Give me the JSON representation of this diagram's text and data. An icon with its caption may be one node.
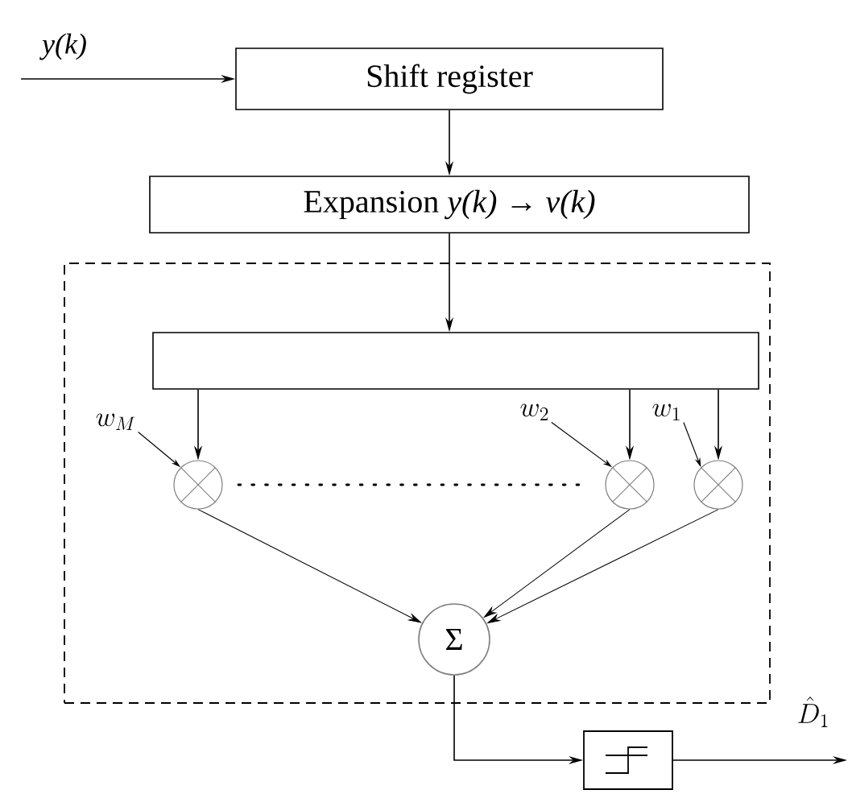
{
  "diagram": {
    "nodes": [
      {
        "text": [
          "Shift register"
        ]
      },
      {
        "text": [
          "Expansion *y(k)* → *v(k)*"
        ]
      },
      {
        "text": [],
        "shape": "box"
      },
      {
        "text": [],
        "shape": "box",
        "in": 2
      },
      {
        "text": [],
        "shape": "circle",
        "in": 2
      },
      {
        "text": [],
        "shape": "circle",
        "in": 2
      },
      {
        "text": [],
        "shape": "circle",
        "in": 2
      },
      {
        "text": [
          "Σ"
        ],
        "in": 2
      },
      {
        "text": [],
        "shape": "box"
      },
      {
        "text": [
          "w_M"
        ],
        "in": 2
      },
      {
        "text": [
          "w_2"
        ],
        "in": 2
      },
      {
        "text": [
          "w_1"
        ],
        "in": 2
      }
    ],
    "edges": [
      {
        "from": null,
        "to": 0,
        "arrow": "to",
        "label": "y(k)"
      },
      {
        "from": 0,
        "to": 1,
        "arrow": "to"
      },
      {
        "from": 1,
        "to": 3,
        "arrow": "to"
      },
      {
        "from": 3,
        "to": 4,
        "arrow": "to"
      },
      {
        "from": 3,
        "to": 5,
        "arrow": "to"
      },
      {
        "from": 3,
        "to": 6,
        "arrow": "to"
      },
      {
        "from": 4,
        "to": 7,
        "arrow": "to"
      },
      {
        "from": 5,
        "to": 7,
        "arrow": "to"
      },
      {
        "from": 6,
        "to": 7,
        "arrow": "to"
      },
      {
        "from": 7,
        "to": 8,
        "arrow": "to"
      },
      {
        "from": 8,
        "to": null,
        "arrow": "to",
        "label": "\\hat{D}_1"
      },
      {
        "from": 9,
        "to": 4,
        "arrow": "to"
      },
      {
        "from": 10,
        "to": 5,
        "arrow": "to"
      },
      {
        "from": 11,
        "to": 6,
        "arrow": "to"
      }
    ]
  }
}
